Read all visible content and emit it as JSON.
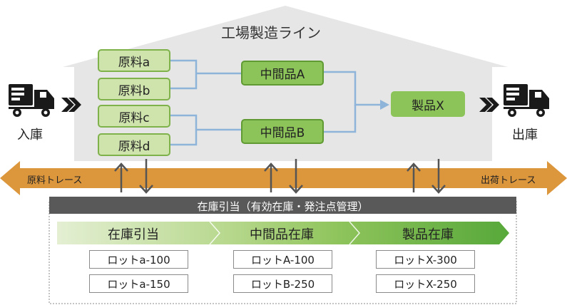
{
  "title": "工場製造ライン",
  "inbound_label": "入庫",
  "outbound_label": "出庫",
  "materials": [
    "原料a",
    "原料b",
    "原料c",
    "原料d"
  ],
  "intermediates": [
    "中間品A",
    "中間品B"
  ],
  "product": "製品X",
  "trace": {
    "left": "原料トレース",
    "right": "出荷トレース"
  },
  "inventory": {
    "header": "在庫引当（有効在庫・発注点管理）",
    "stages": [
      {
        "label": "在庫引当",
        "lots": [
          "ロットa-100",
          "ロットa-150"
        ]
      },
      {
        "label": "中間品在庫",
        "lots": [
          "ロットA-100",
          "ロットB-250"
        ]
      },
      {
        "label": "製品在庫",
        "lots": [
          "ロットX-300",
          "ロットX-250"
        ]
      }
    ]
  },
  "colors": {
    "house": "#e6e6e6",
    "trace_band": "#dc963c",
    "material_fill": "#cfe3ad",
    "material_border": "#7fb24a",
    "intermediate_fill": "#8dc45a",
    "connector": "#8fb4d9",
    "arrow_dark": "#555555",
    "header_band": "#595959"
  },
  "icons": [
    "truck-icon",
    "truck-icon",
    "double-chevron-right-icon"
  ]
}
